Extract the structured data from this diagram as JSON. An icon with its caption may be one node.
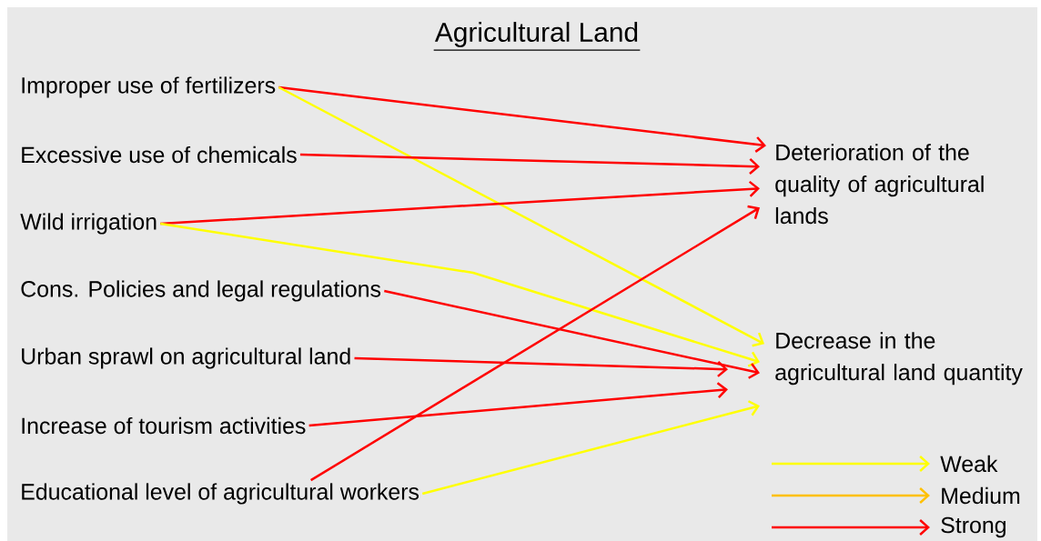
{
  "diagram": {
    "title": "Agricultural Land",
    "nodes": [
      {
        "text": [
          "Improper use of fertilizers"
        ]
      },
      {
        "text": [
          "Excessive use of chemicals"
        ]
      },
      {
        "text": [
          "Wild irrigation"
        ]
      },
      {
        "text": [
          "Cons. Policies and legal regulations"
        ]
      },
      {
        "text": [
          "Urban sprawl on agricultural land"
        ]
      },
      {
        "text": [
          "Increase of tourism activities"
        ]
      },
      {
        "text": [
          "Educational level of agricultural workers"
        ]
      },
      {
        "text": [
          "Deterioration of the quality of agricultural lands"
        ]
      },
      {
        "text": [
          "Decrease in the agricultural land quantity"
        ]
      }
    ],
    "edges": [
      {
        "from": 0,
        "to": 7,
        "arrow": "to"
      },
      {
        "from": 0,
        "to": 8,
        "arrow": "to",
        "color": "#ffff00"
      },
      {
        "from": 1,
        "to": 7,
        "arrow": "to"
      },
      {
        "from": 2,
        "to": 7,
        "arrow": "to"
      },
      {
        "from": 2,
        "to": 8,
        "arrow": "to",
        "color": "#ffff00"
      },
      {
        "from": 3,
        "to": 8,
        "arrow": "to"
      },
      {
        "from": 4,
        "to": 8,
        "arrow": "to"
      },
      {
        "from": 5,
        "to": 8,
        "arrow": "to"
      },
      {
        "from": 6,
        "to": 7,
        "arrow": "to"
      },
      {
        "from": 6,
        "to": 8,
        "arrow": "to",
        "color": "#ffff00"
      }
    ],
    "legend": [
      {
        "text": "Weak"
      },
      {
        "text": "Medium"
      },
      {
        "text": "Strong"
      }
    ]
  }
}
